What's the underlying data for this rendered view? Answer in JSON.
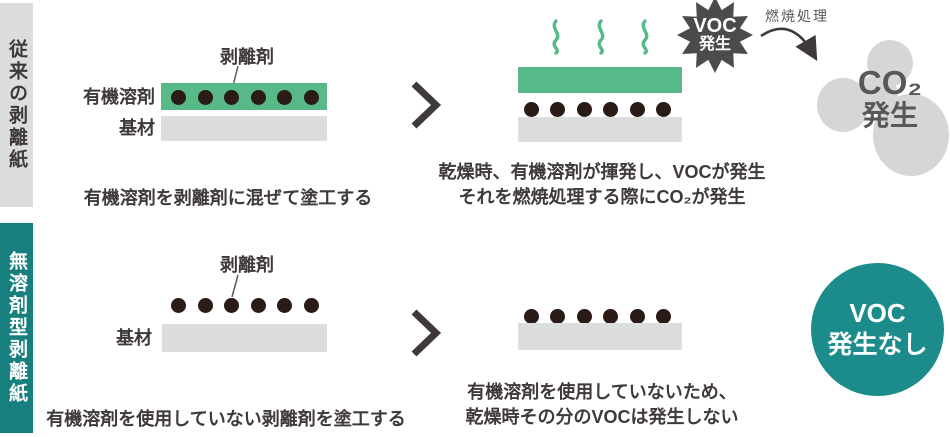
{
  "dots_per_row": 6,
  "colors": {
    "green": "#57b888",
    "bar-gray": "#dcdddd",
    "sidebar-gray": "#dcdddd",
    "dot": "#2a1b16",
    "text-dark": "#3f3a39",
    "text-gray": "#595757",
    "teal": "#17807e",
    "teal-circle": "#1b8b8b",
    "star-gray": "#4b4b4b",
    "cloud-gray": "#d6d6d7"
  },
  "top": {
    "sidebar_label": "従来の剥離紙",
    "release_agent_label": "剥離剤",
    "organic_solvent_label": "有機溶剤",
    "substrate_label": "基材",
    "step1_caption": "有機溶剤を剥離剤に混ぜて塗工する",
    "step2_caption_line1": "乾燥時、有機溶剤が揮発し、VOCが発生",
    "step2_caption_line2": "それを燃焼処理する際にCO₂が発生",
    "voc_burst_line1": "VOC",
    "voc_burst_line2": "発生",
    "combustion_label": "燃焼処理",
    "co2_line1": "CO₂",
    "co2_line2": "発生"
  },
  "bottom": {
    "sidebar_label": "無溶剤型剥離紙",
    "release_agent_label": "剥離剤",
    "substrate_label": "基材",
    "step1_caption": "有機溶剤を使用していない剥離剤を塗工する",
    "step2_caption_line1": "有機溶剤を使用していないため、",
    "step2_caption_line2": "乾燥時その分のVOCは発生しない",
    "voc_badge_line1": "VOC",
    "voc_badge_line2": "発生なし"
  }
}
